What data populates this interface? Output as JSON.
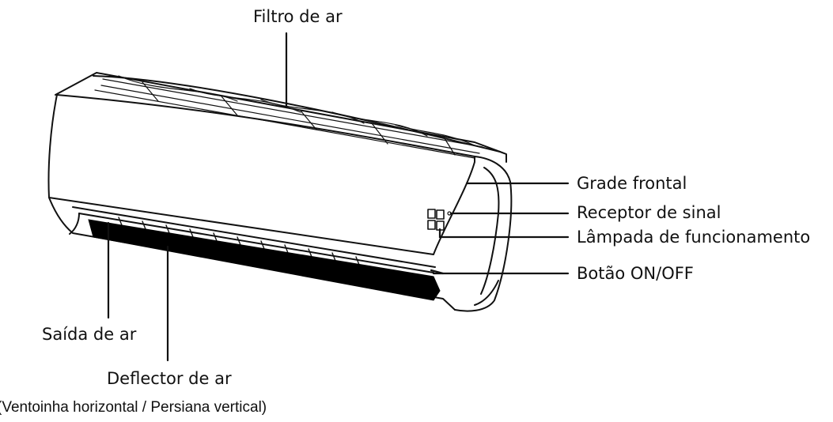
{
  "labels": {
    "air_filter": "Filtro de ar",
    "front_grille": "Grade frontal",
    "signal_receiver": "Receptor de sinal",
    "operation_lamp": "Lâmpada de funcionamento",
    "on_off_button": "Botão ON/OFF",
    "air_outlet": "Saída de ar",
    "air_deflector": "Deflector de ar",
    "air_deflector_detail": "(Ventoinha horizontal / Persiana vertical)"
  },
  "colors": {
    "line": "#111111",
    "deflector": "#000000",
    "background": "#ffffff"
  }
}
